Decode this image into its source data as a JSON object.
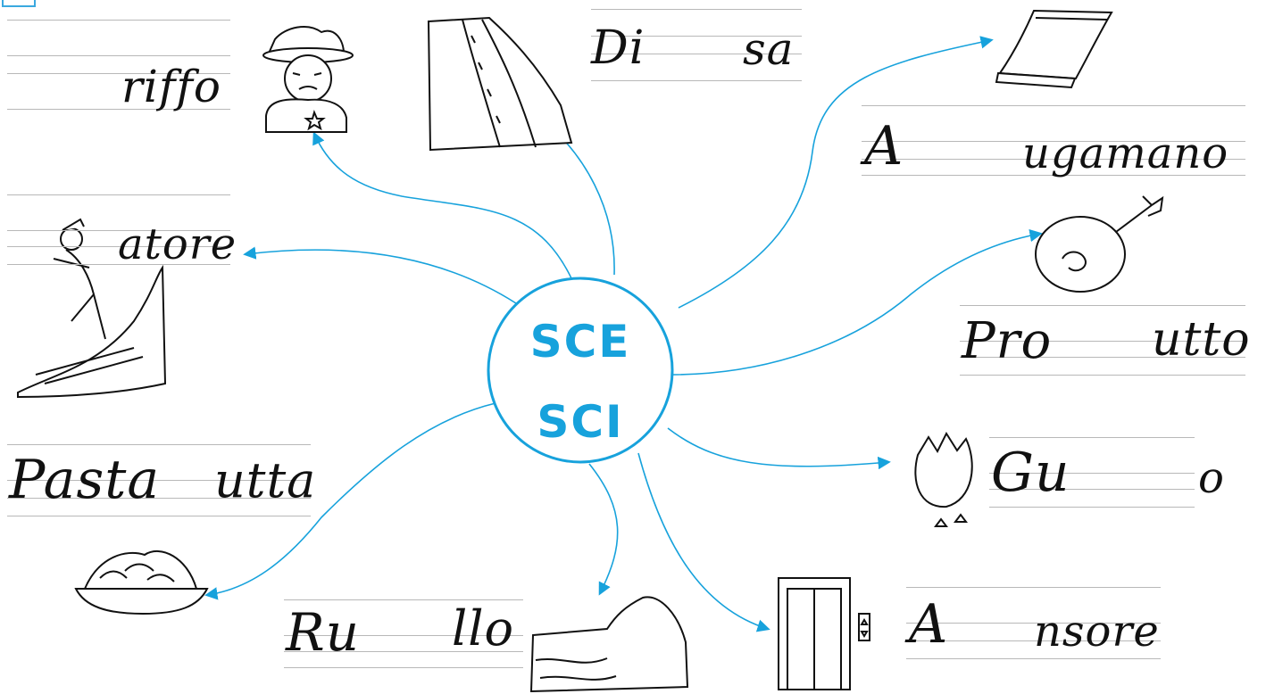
{
  "hub": {
    "line1": "SCE",
    "line2": "SCI"
  },
  "accent_color": "#17a2dc",
  "exercises": [
    {
      "id": "sceriffo",
      "before": "",
      "after": "riffo",
      "icon": "sheriff-icon"
    },
    {
      "id": "discesa",
      "before": "Di",
      "after": "sa",
      "icon": "ski-slope-icon"
    },
    {
      "id": "asciugamano",
      "before": "A",
      "after": "ugamano",
      "icon": "towel-icon"
    },
    {
      "id": "sciatore",
      "before": "",
      "after": "atore",
      "icon": "skier-icon"
    },
    {
      "id": "prosciutto",
      "before": "Pro",
      "after": "utto",
      "icon": "ham-icon"
    },
    {
      "id": "pastasciutta",
      "before": "Pasta",
      "after": "utta",
      "icon": "pasta-bowl-icon"
    },
    {
      "id": "guscio",
      "before": "Gu",
      "after": "o",
      "icon": "eggshell-icon"
    },
    {
      "id": "ruscello",
      "before": "Ru",
      "after": "llo",
      "icon": "stream-icon"
    },
    {
      "id": "ascensore",
      "before": "A",
      "after": "nsore",
      "icon": "elevator-icon"
    }
  ]
}
